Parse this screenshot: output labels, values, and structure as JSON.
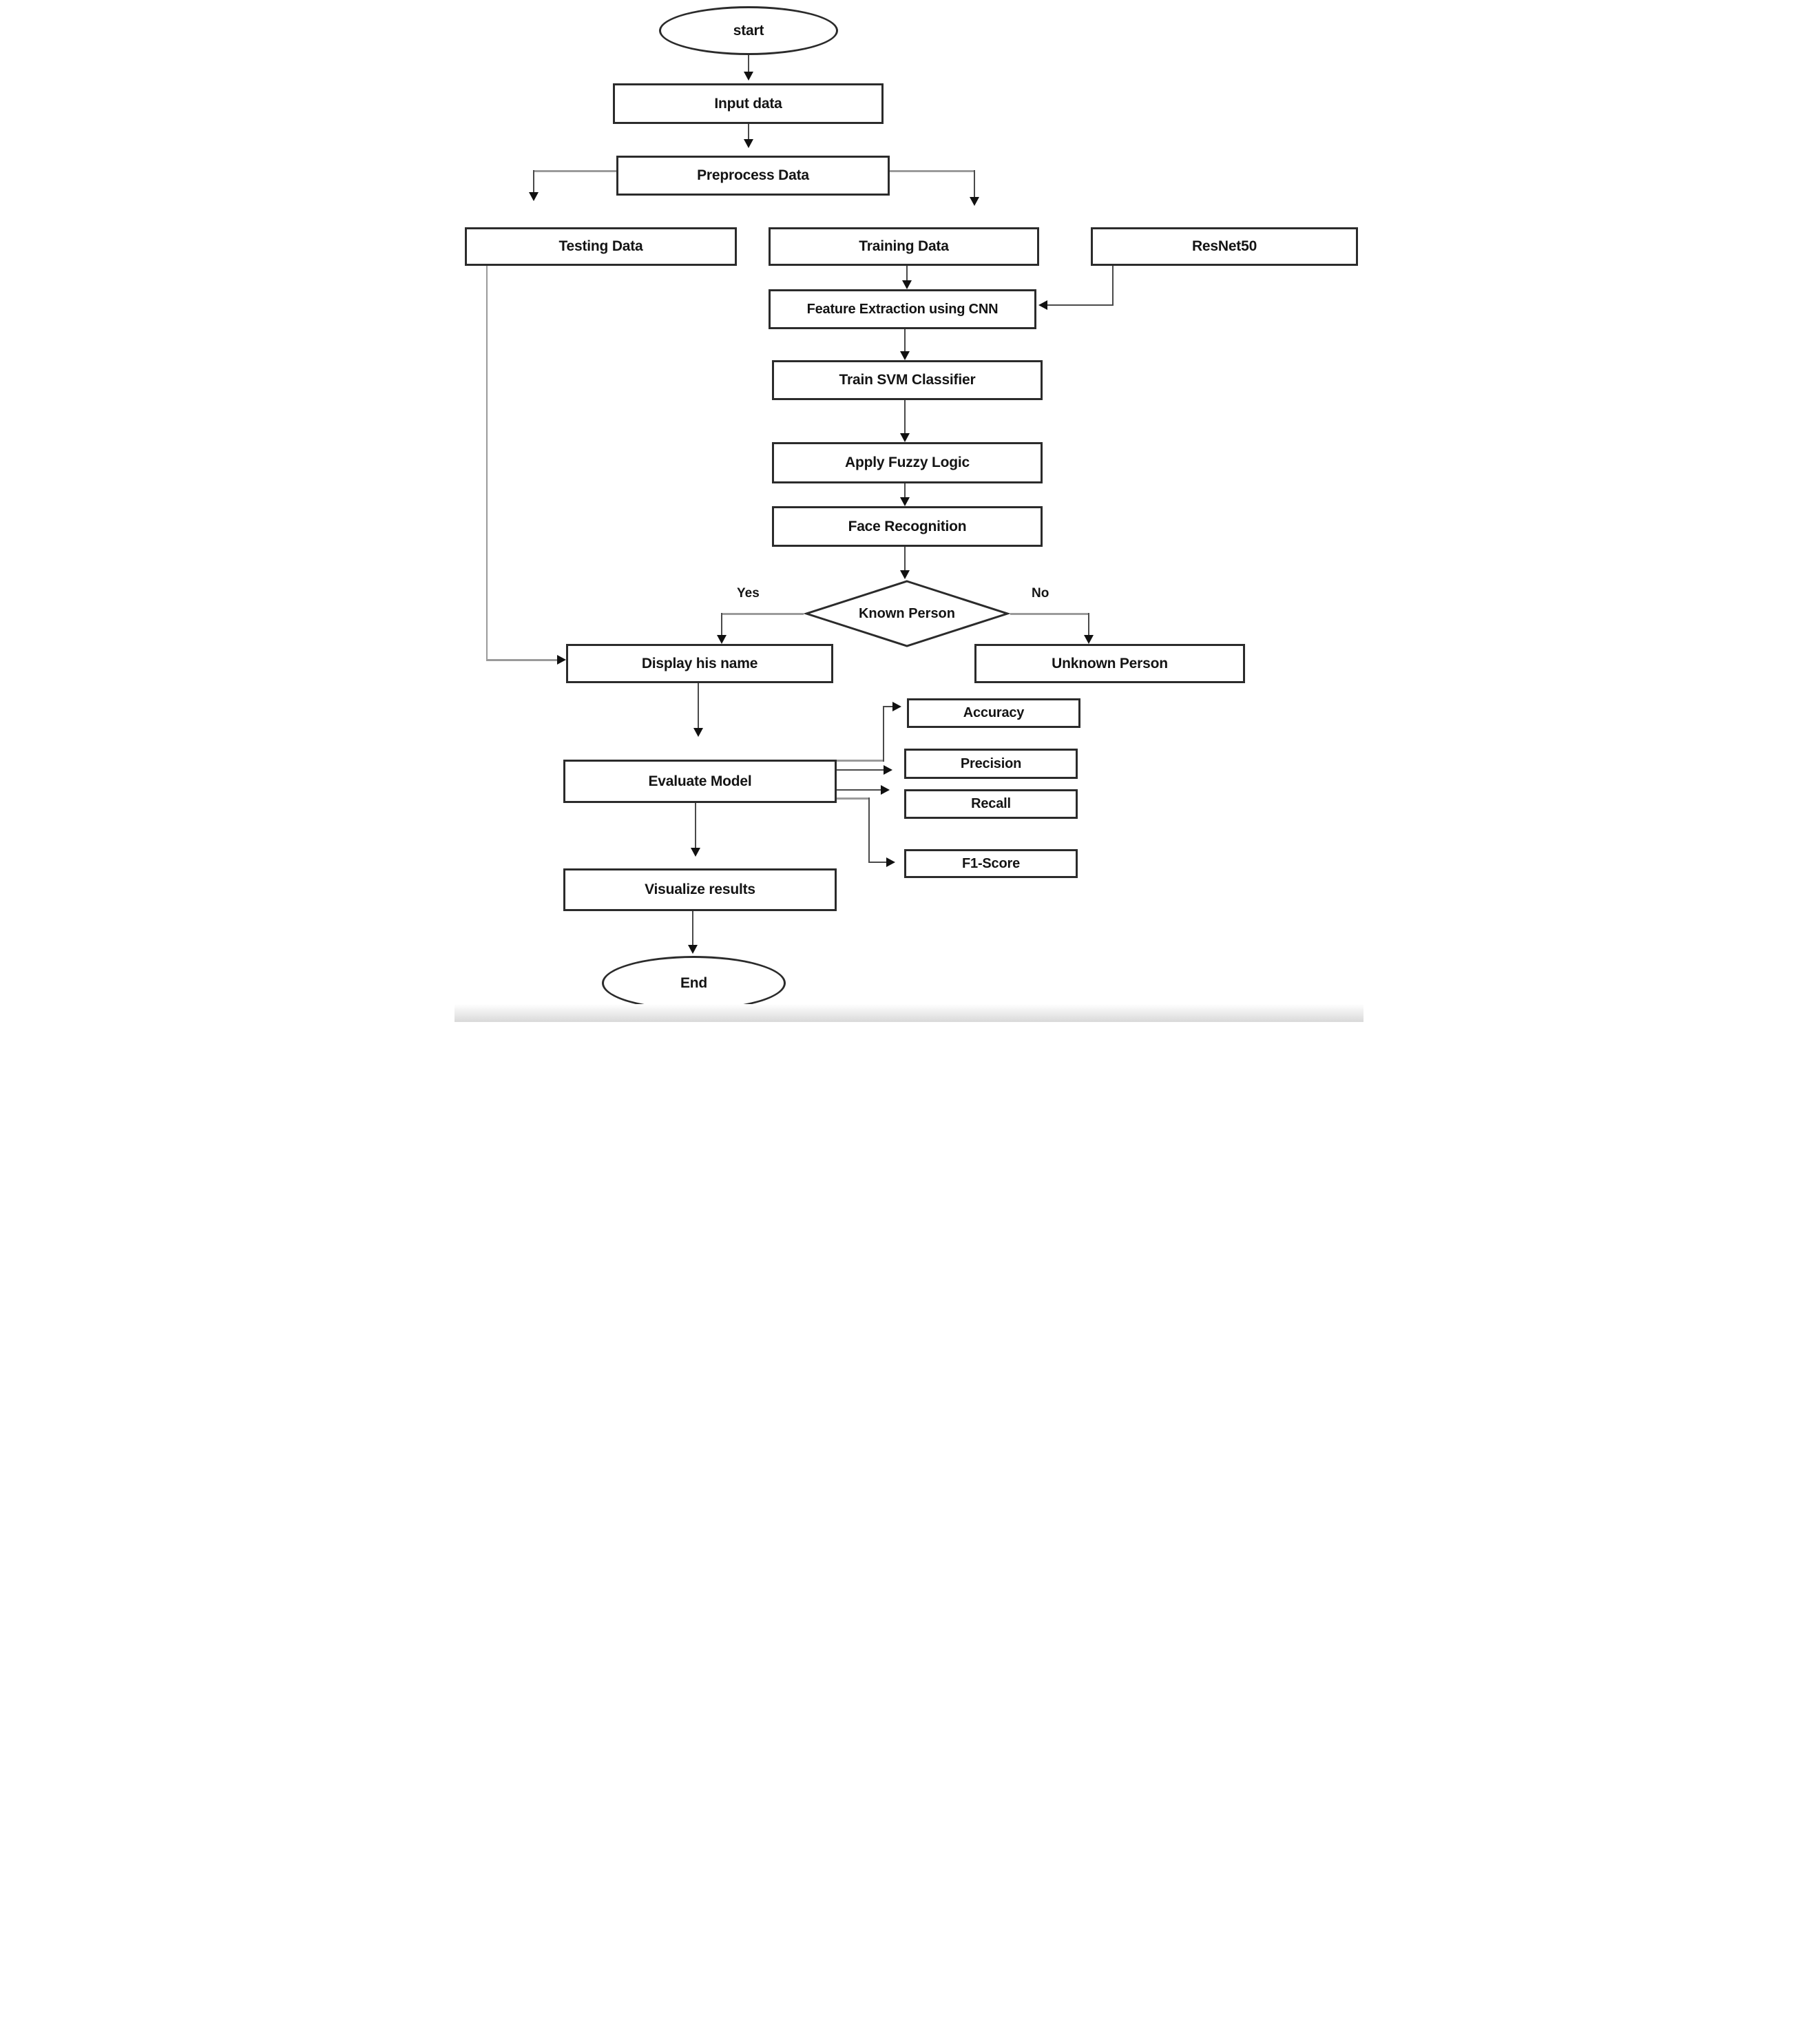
{
  "flowchart": {
    "background_color": "#ffffff",
    "border_color": "#2b2b2b",
    "line_color": "#4a4a4a",
    "text_color": "#141414",
    "nodes": {
      "start": "start",
      "input": "Input data",
      "preprocess": "Preprocess Data",
      "testing": "Testing Data",
      "training": "Training Data",
      "resnet": "ResNet50",
      "feature": "Feature Extraction using CNN",
      "svm": "Train SVM Classifier",
      "fuzzy": "Apply Fuzzy Logic",
      "face": "Face Recognition",
      "decision": "Known Person",
      "display": "Display his name",
      "unknown": "Unknown Person",
      "evaluate": "Evaluate Model",
      "accuracy": "Accuracy",
      "precision": "Precision",
      "recall": "Recall",
      "f1": "F1-Score",
      "visualize": "Visualize results",
      "end": "End"
    },
    "edge_labels": {
      "yes": "Yes",
      "no": "No"
    }
  }
}
